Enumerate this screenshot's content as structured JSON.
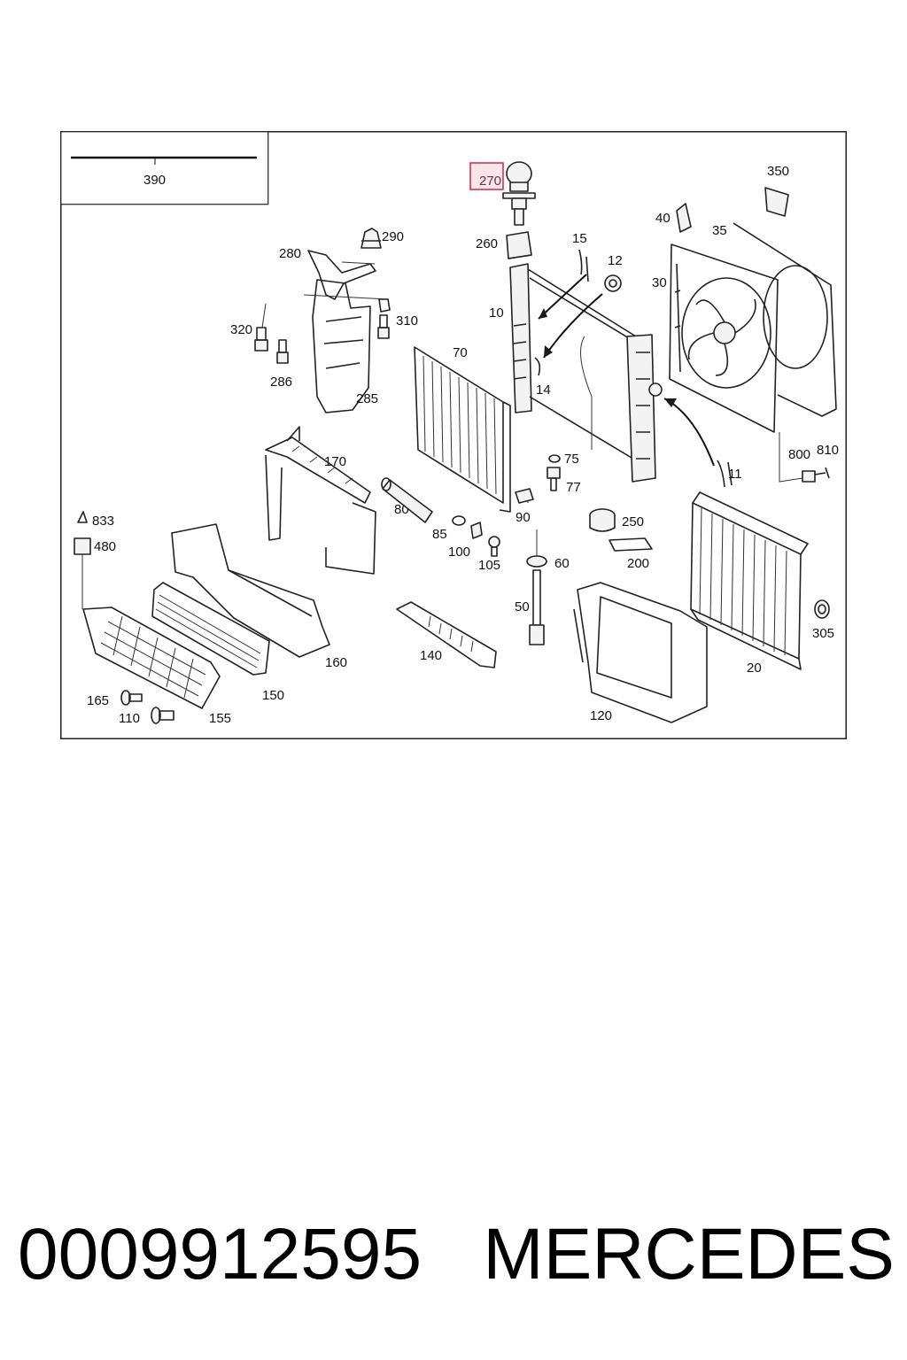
{
  "diagram": {
    "inset_label": "390",
    "highlighted_label": "270",
    "labels": {
      "p270": "270",
      "p350": "350",
      "p40": "40",
      "p35": "35",
      "p290": "290",
      "p280": "280",
      "p260": "260",
      "p15": "15",
      "p12": "12",
      "p30": "30",
      "p320": "320",
      "p310": "310",
      "p10": "10",
      "p286": "286",
      "p70": "70",
      "p14": "14",
      "p285": "285",
      "p170": "170",
      "p75": "75",
      "p800": "800",
      "p810": "810",
      "p11": "11",
      "p77": "77",
      "p80": "80",
      "p90": "90",
      "p833": "833",
      "p250": "250",
      "p480": "480",
      "p85": "85",
      "p100": "100",
      "p105": "105",
      "p60": "60",
      "p200": "200",
      "p50": "50",
      "p305": "305",
      "p140": "140",
      "p160": "160",
      "p20": "20",
      "p165": "165",
      "p150": "150",
      "p110": "110",
      "p155": "155",
      "p120": "120"
    }
  },
  "caption": {
    "part_number": "0009912595",
    "brand": "MERCEDES"
  }
}
